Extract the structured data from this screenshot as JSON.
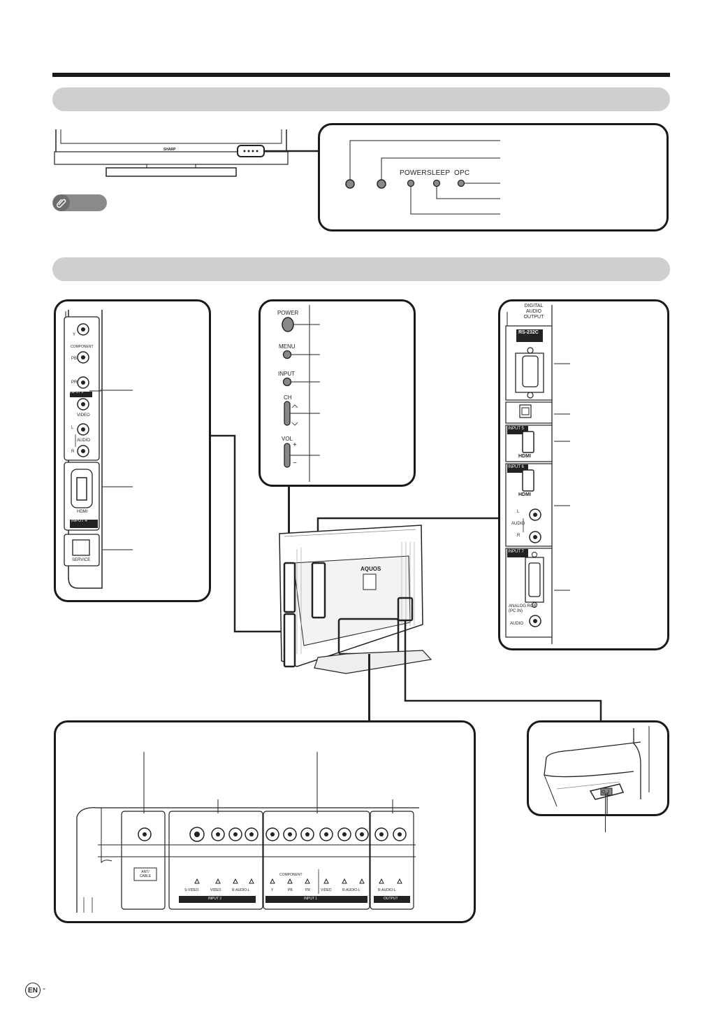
{
  "front": {
    "brand": "SHARP",
    "indicators": [
      {
        "label": "POWER"
      },
      {
        "label": "SLEEP"
      },
      {
        "label": "OPC"
      }
    ],
    "note_icon": "paperclip-icon"
  },
  "side_panel": {
    "labels": {
      "y": "Y",
      "component": "COMPONENT",
      "pb": "PB",
      "pr": "PR",
      "input3": "INPUT 3",
      "video": "VIDEO",
      "l": "L",
      "audio": "AUDIO",
      "r": "R",
      "hdmi": "HDMI",
      "input4": "INPUT 4",
      "service": "SERVICE"
    }
  },
  "control_panel": {
    "power": "POWER",
    "menu": "MENU",
    "input": "INPUT",
    "ch": "CH",
    "vol": "VOL",
    "plus": "+",
    "minus": "−"
  },
  "rear_right_panel": {
    "digital_audio_output": [
      "DIGITAL",
      "AUDIO",
      "OUTPUT"
    ],
    "rs232c": "RS-232C",
    "input5": "INPUT 5",
    "input6": "INPUT 6",
    "hdmi": "HDMI",
    "l": "L",
    "audio": "AUDIO",
    "r": "R",
    "input7": "INPUT 7",
    "analog_rgb": "ANALOG RGB",
    "pc_in": "(PC IN)",
    "audio2": "AUDIO"
  },
  "tv_rear": {
    "brand": "AQUOS"
  },
  "bottom_panel": {
    "ant_cable": [
      "ANT/",
      "CABLE"
    ],
    "input2_jacks": [
      "S-VIDEO",
      "VIDEO",
      "R-AUDIO-L"
    ],
    "input2": "INPUT 2",
    "component": "COMPONENT",
    "input1_jacks": [
      "Y",
      "PB",
      "PR",
      "VIDEO",
      "R-AUDIO-L"
    ],
    "input1": "INPUT 1",
    "output_jacks": [
      "R-AUDIO-L"
    ],
    "output": "OUTPUT"
  },
  "footer": {
    "lang_badge": "EN",
    "page_suffix": "-"
  }
}
